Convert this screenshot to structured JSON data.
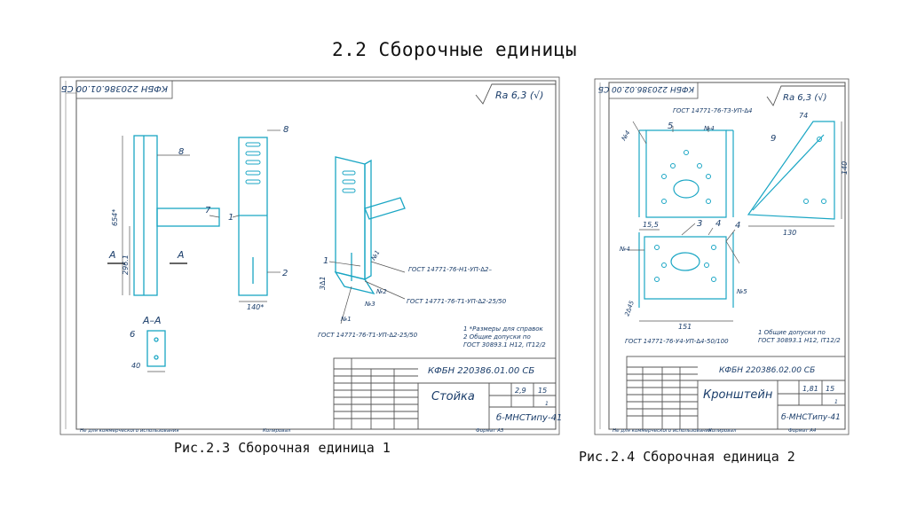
{
  "page": {
    "title": "2.2 Сборочные единицы"
  },
  "sheets": [
    {
      "caption": "Рис.2.3  Сборочная единица 1",
      "side_code": "КФБН 220386.01.00 СБ",
      "roughness": "Ra 6,3 (√)",
      "doc_code": "КФБН 220386.01.00 СБ",
      "name": "Стойка",
      "org": "б-МНСТипу-41",
      "mass": "2,9",
      "scale": "15",
      "sheet_total": "1",
      "format": "Формат  А3",
      "copied": "Копировал",
      "left_strip": "Не для коммерческого использования",
      "positions": [
        "8",
        "7",
        "1",
        "2",
        "6"
      ],
      "dims": [
        "654*",
        "296.1",
        "140*",
        "40",
        "3∆1"
      ],
      "section_marks": [
        "А",
        "А",
        "А–А"
      ],
      "weld_numbers": [
        "№1",
        "№2",
        "№3",
        "№1"
      ],
      "weld_notes": [
        "ГОСТ 14771-76-Н1-УП-∆2–",
        "ГОСТ 14771-76-Т1-УП-∆2-25/50",
        "ГОСТ 14771-76-Т1-УП-∆2-25/50"
      ],
      "notes": [
        "1 *Размеры для справок",
        "2 Общие допуски по",
        "ГОСТ 30893.1 Н12, IТ12/2"
      ]
    },
    {
      "caption": "Рис.2.4  Сборочная единица 2",
      "side_code": "КФБН 220386.02.00 СБ",
      "roughness": "Ra 6,3 (√)",
      "doc_code": "КФБН 220386.02.00 СБ",
      "name": "Кронштейн",
      "org": "б-МНСТипу-41",
      "mass": "1,81",
      "scale": "15",
      "sheet_total": "1",
      "format": "Формат  А4",
      "copied": "Копировал",
      "left_strip": "Не для коммерческого использования",
      "positions": [
        "5",
        "9",
        "3",
        "4",
        "4"
      ],
      "dims": [
        "74",
        "140",
        "130",
        "15,5",
        "151",
        "2∆45"
      ],
      "weld_numbers": [
        "№4",
        "№4",
        "№4",
        "№5"
      ],
      "weld_notes": [
        "ГОСТ 14771-76-Т3-УП-∆4",
        "ГОСТ 14771-76-У4-УП-∆4-50/100"
      ],
      "notes": [
        "1 Общие допуски по",
        "ГОСТ 30893.1 Н12, IТ12/2"
      ]
    }
  ]
}
